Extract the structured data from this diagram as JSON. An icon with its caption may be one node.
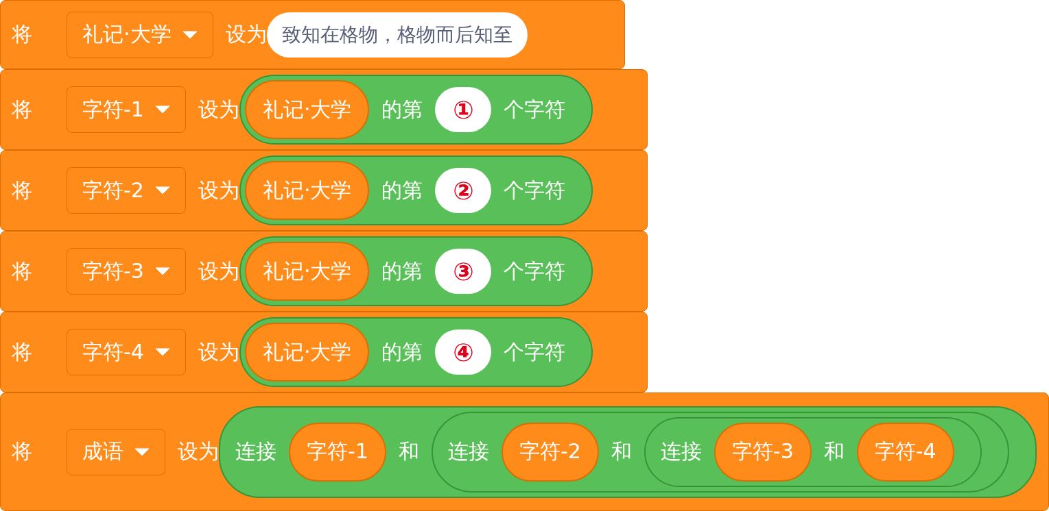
{
  "diagram": {
    "nodes": [
      {
        "text": [
          "将",
          "设为"
        ]
      },
      {
        "text": [
          "礼记·大学"
        ],
        "in": 0
      },
      {
        "text": [
          "致知在格物，格物而后知至"
        ],
        "in": 0
      },
      {
        "text": [
          "将",
          "设为"
        ]
      },
      {
        "text": [
          "字符-1"
        ],
        "in": 3
      },
      {
        "text": [
          "的第",
          "个字符"
        ],
        "in": 3
      },
      {
        "text": [
          "礼记·大学"
        ],
        "in": 5
      },
      {
        "text": [
          "①"
        ],
        "in": 5
      },
      {
        "text": [
          "将",
          "设为"
        ]
      },
      {
        "text": [
          "字符-2"
        ],
        "in": 8
      },
      {
        "text": [
          "的第",
          "个字符"
        ],
        "in": 8
      },
      {
        "text": [
          "礼记·大学"
        ],
        "in": 10
      },
      {
        "text": [
          "②"
        ],
        "in": 10
      },
      {
        "text": [
          "将",
          "设为"
        ]
      },
      {
        "text": [
          "字符-3"
        ],
        "in": 13
      },
      {
        "text": [
          "的第",
          "个字符"
        ],
        "in": 13
      },
      {
        "text": [
          "礼记·大学"
        ],
        "in": 15
      },
      {
        "text": [
          "③"
        ],
        "in": 15
      },
      {
        "text": [
          "将",
          "设为"
        ]
      },
      {
        "text": [
          "字符-4"
        ],
        "in": 18
      },
      {
        "text": [
          "的第",
          "个字符"
        ],
        "in": 18
      },
      {
        "text": [
          "礼记·大学"
        ],
        "in": 20
      },
      {
        "text": [
          "④"
        ],
        "in": 20
      },
      {
        "text": [
          "将",
          "设为"
        ]
      },
      {
        "text": [
          "成语"
        ],
        "in": 23
      },
      {
        "text": [
          "连接",
          "和"
        ],
        "in": 23
      },
      {
        "text": [
          "字符-1"
        ],
        "in": 25
      },
      {
        "text": [
          "连接",
          "和"
        ],
        "in": 25
      },
      {
        "text": [
          "字符-2"
        ],
        "in": 27
      },
      {
        "text": [
          "连接",
          "和"
        ],
        "in": 27
      },
      {
        "text": [
          "字符-3"
        ],
        "in": 29
      },
      {
        "text": [
          "字符-4"
        ],
        "in": 29
      }
    ]
  }
}
